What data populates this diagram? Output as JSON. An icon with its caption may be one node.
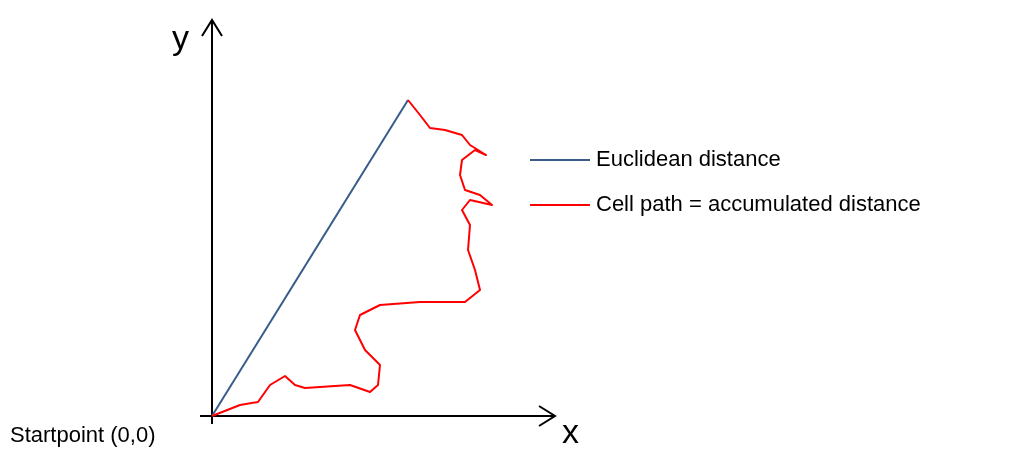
{
  "diagram": {
    "labels": [
      "y",
      "Startpoint (0,0)",
      "x"
    ],
    "legend": [
      {
        "text": "Euclidean distance"
      },
      {
        "text": "Cell path = accumulated distance"
      }
    ]
  }
}
